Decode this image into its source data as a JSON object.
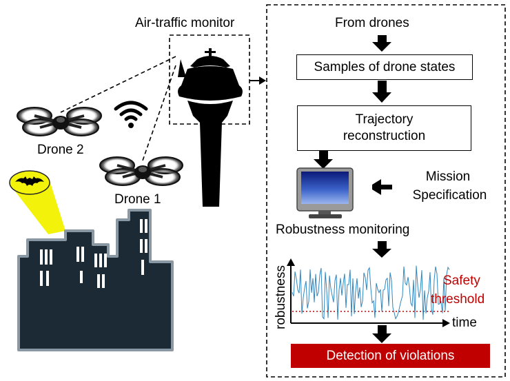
{
  "tower": {
    "label": "Air-traffic monitor"
  },
  "drones": [
    {
      "label": "Drone 2"
    },
    {
      "label": "Drone 1"
    }
  ],
  "pipeline": {
    "source": "From drones",
    "samples": "Samples of drone states",
    "trajectory_line1": "Trajectory",
    "trajectory_line2": "reconstruction",
    "mission_line1": "Mission",
    "mission_line2": "Specification",
    "monitoring": "Robustness monitoring",
    "result": "Detection of violations"
  },
  "plot": {
    "ylabel": "robustness",
    "xlabel": "time",
    "threshold_line1": "Safety",
    "threshold_line2": "threshold"
  },
  "colors": {
    "accent_red": "#c00000",
    "signal_blue": "#2e86c1",
    "building": "#1b2a35",
    "beam": "#f2f20a"
  }
}
